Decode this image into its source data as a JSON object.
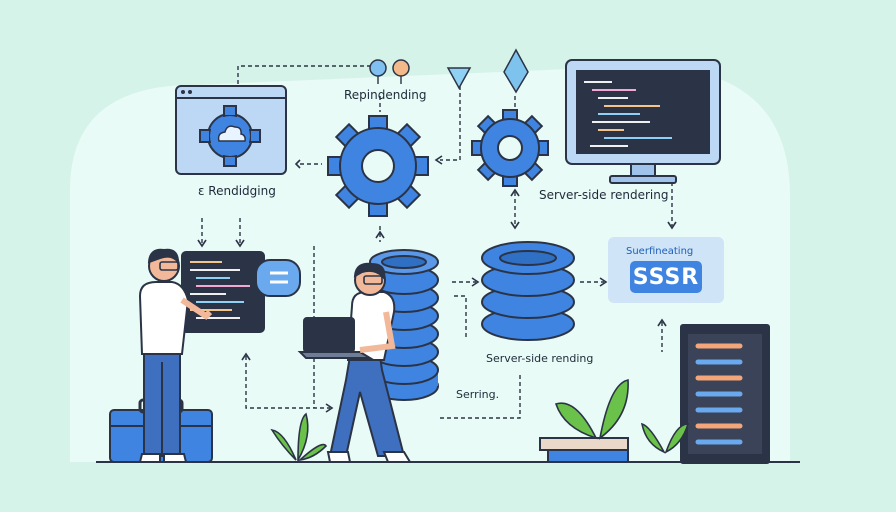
{
  "labels": {
    "top_center": "Repindending",
    "left_panel": "ɛ Rendidging",
    "server_side_rendering": "Server-side rendering",
    "ssr_subtitle": "Suerfineating",
    "ssr_button": "SSSR",
    "server_side_rending": "Server-side rending",
    "serving": "Serring."
  },
  "colors": {
    "background": "#d6f3e9",
    "panel": "#e8fbf6",
    "accent_blue": "#3f84e0",
    "dark_navy": "#2b3446",
    "leaf_green": "#6bc24a"
  },
  "icons": [
    "cloud-gear-icon",
    "gear-icon",
    "database-icon",
    "monitor-code-icon",
    "server-rack-icon",
    "laptop-icon",
    "toolbox-icon",
    "plant-icon",
    "crystal-icon"
  ]
}
